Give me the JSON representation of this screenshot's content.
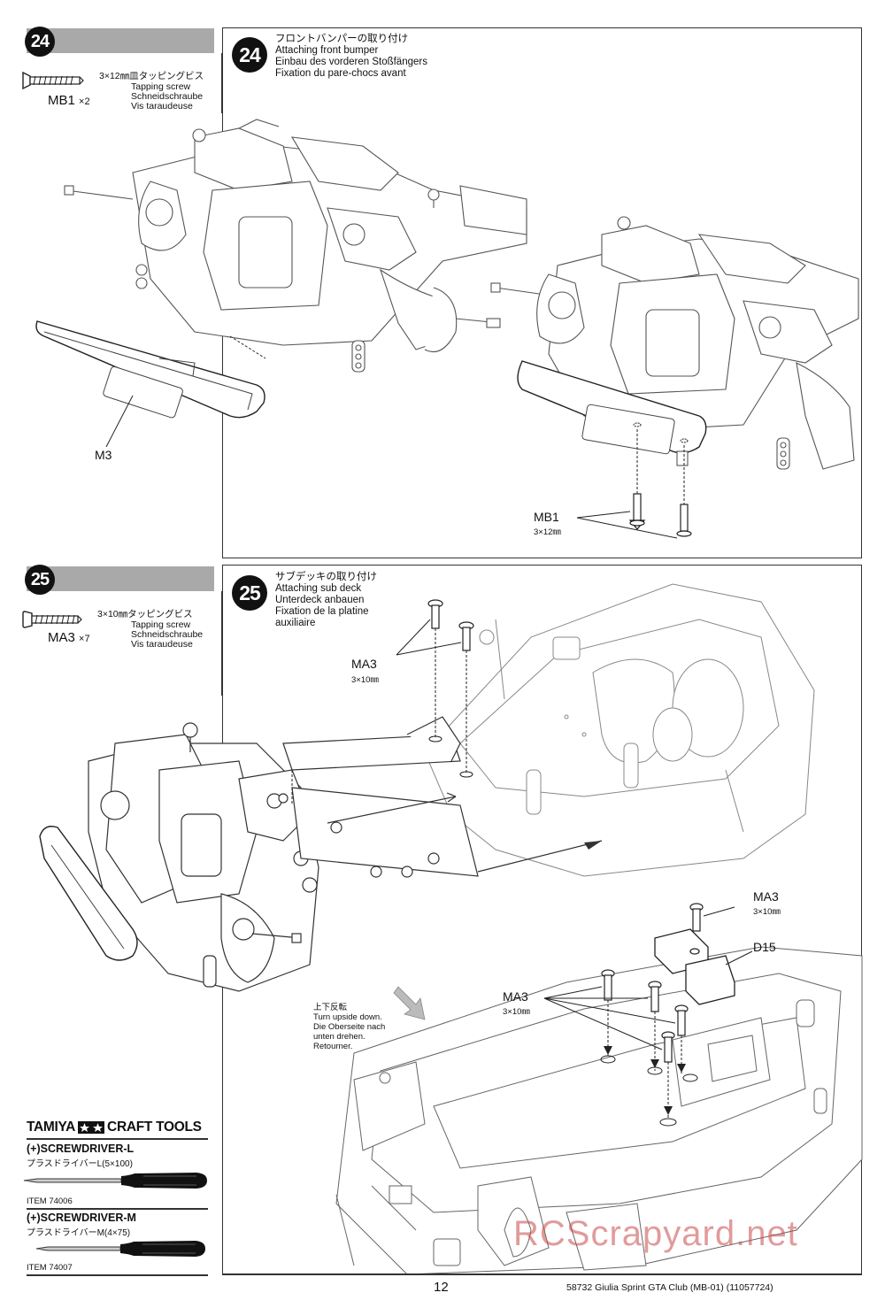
{
  "step24": {
    "number": "24",
    "screw_jp": "3×12㎜皿タッピングビス",
    "screw_en": "Tapping screw",
    "screw_de": "Schneidschraube",
    "screw_fr": "Vis taraudeuse",
    "part_code": "MB1",
    "part_qty": "×2",
    "title_jp": "フロントバンパーの取り付け",
    "title_en": "Attaching front bumper",
    "title_de": "Einbau des vorderen Stoßfängers",
    "title_fr": "Fixation du pare-chocs avant",
    "label_m3": "M3",
    "label_mb1": "MB1",
    "label_mb1_dim": "3×12㎜"
  },
  "step25": {
    "number": "25",
    "screw_jp": "3×10㎜タッピングビス",
    "screw_en": "Tapping screw",
    "screw_de": "Schneidschraube",
    "screw_fr": "Vis taraudeuse",
    "part_code": "MA3",
    "part_qty": "×7",
    "title_jp": "サブデッキの取り付け",
    "title_en": "Attaching sub deck",
    "title_de": "Unterdeck anbauen",
    "title_fr1": "Fixation de la platine",
    "title_fr2": "auxiliaire",
    "callout1_code": "MA3",
    "callout1_dim": "3×10㎜",
    "callout2_code": "MA3",
    "callout2_dim": "3×10㎜",
    "callout3_code": "MA3",
    "callout3_dim": "3×10㎜",
    "label_d15": "D15",
    "flip_jp": "上下反転",
    "flip_en": "Turn upside down.",
    "flip_de1": "Die Oberseite nach",
    "flip_de2": "unten drehen.",
    "flip_fr": "Retourner."
  },
  "tools": {
    "brand": "TAMIYA",
    "brand_suffix": "CRAFT TOOLS",
    "tool1_name": "(+)SCREWDRIVER-L",
    "tool1_jp": "プラスドライバーL(5×100)",
    "tool1_item": "ITEM 74006",
    "tool2_name": "(+)SCREWDRIVER-M",
    "tool2_jp": "プラスドライバーM(4×75)",
    "tool2_item": "ITEM 74007"
  },
  "footer": {
    "page": "12",
    "title": "58732  Giulia Sprint GTA Club (MB-01) (11057724)"
  },
  "watermark": "RCScrapyard.net"
}
